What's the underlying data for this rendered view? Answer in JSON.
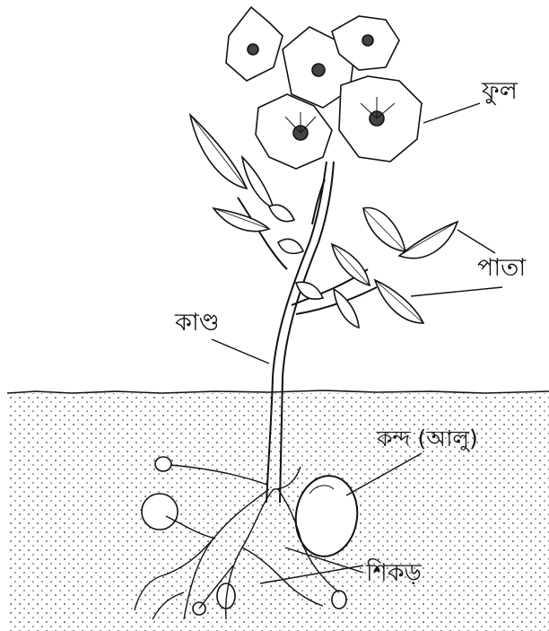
{
  "labels": {
    "flower": "ফুল",
    "leaf": "পাতা",
    "stem": "কাণ্ড",
    "tuber": "কন্দ (আলু)",
    "root": "শিকড়"
  },
  "colors": {
    "ink": "#111111",
    "soil_dot": "#333333",
    "background": "#ffffff"
  }
}
